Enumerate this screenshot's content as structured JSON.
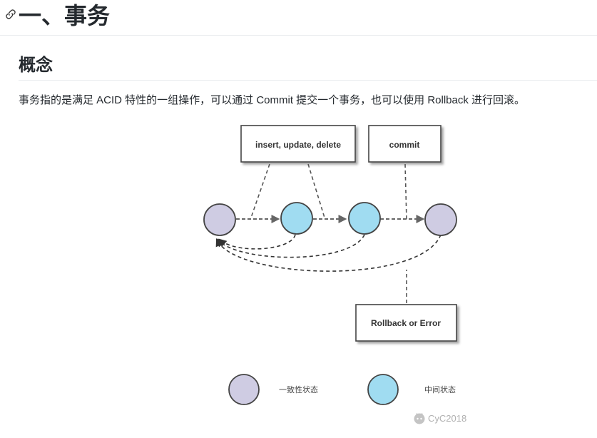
{
  "heading": {
    "title": "一、事务",
    "anchor_icon": "link-icon"
  },
  "section": {
    "title": "概念"
  },
  "paragraph": {
    "text": "事务指的是满足 ACID 特性的一组操作，可以通过 Commit 提交一个事务，也可以使用 Rollback 进行回滚。"
  },
  "diagram": {
    "boxes": {
      "operations": "insert, update, delete",
      "commit": "commit",
      "rollback": "Rollback or Error"
    },
    "legend": {
      "consistent": "一致性状态",
      "intermediate": "中间状态"
    },
    "colors": {
      "consistent": "#cfcce3",
      "intermediate": "#a0dcf1",
      "stroke": "#444444"
    },
    "watermark": {
      "text": "CyC2018",
      "icon": "github-icon"
    }
  }
}
